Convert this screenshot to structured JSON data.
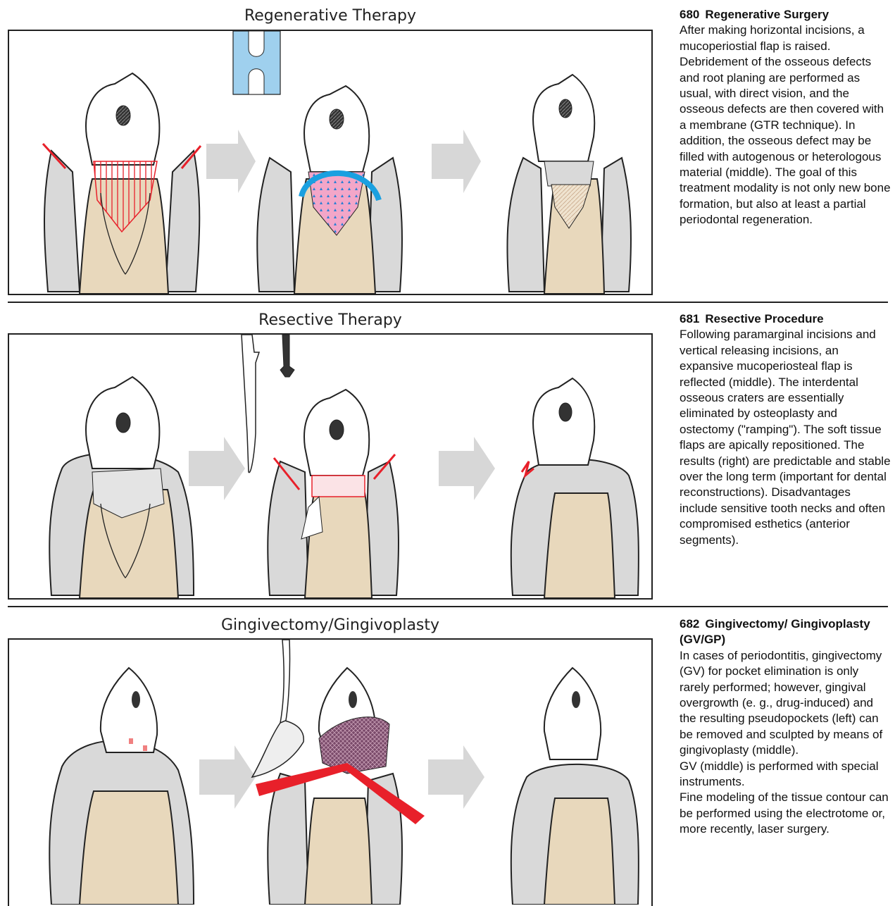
{
  "panels": [
    {
      "title": "Regenerative Therapy",
      "caption": {
        "number": "680",
        "heading": "Regenerative Surgery",
        "body": "After making horizontal incisions, a mucoperiostial flap is raised. Debridement of the osseous defects and root planing are performed as usual, with direct vision, and the osseous defects are then covered with a membrane (GTR technique). In addition, the osseous defect may be filled with autogenous or heterologous material (middle). The goal of this treatment modality is not only new bone formation, but also at least a partial periodontal regeneration."
      }
    },
    {
      "title": "Resective Therapy",
      "caption": {
        "number": "681",
        "heading": "Resective Procedure",
        "body": "Following paramarginal incisions and vertical releasing incisions, an expansive mucoperiosteal flap is reflected (middle). The interdental osseous craters are essentially eliminated by osteoplasty and ostectomy (\"ramping\"). The soft tissue flaps are apically repositioned. The results (right) are predictable and stable over the long term (important for dental reconstructions). Disadvantages include sensitive tooth necks and often compromised esthetics (anterior segments)."
      }
    },
    {
      "title": "Gingivectomy/Gingivoplasty",
      "caption": {
        "number": "682",
        "heading": "Gingivectomy/ Gingivoplasty (GV/GP)",
        "body_lines": [
          "In cases of periodontitis, gingivectomy (GV) for pocket elimination is only rarely performed; however, gingival overgrowth (e. g., drug-induced) and the resulting pseudopockets (left) can be removed and sculpted by means of gingivoplasty (middle).",
          "GV (middle) is performed with special instruments.",
          "Fine modeling of the tissue contour can be performed using the electrotome or, more recently, laser surgery."
        ]
      }
    }
  ],
  "colors": {
    "bone": "#e8d8bc",
    "gingiva": "#d9d9d9",
    "incision_red": "#e8202a",
    "membrane_blue": "#1aa0e0",
    "graft_pink": "#f3a6c8",
    "arrow_grey": "#d7d7d7",
    "instrument_blue": "#9fd0ee"
  }
}
